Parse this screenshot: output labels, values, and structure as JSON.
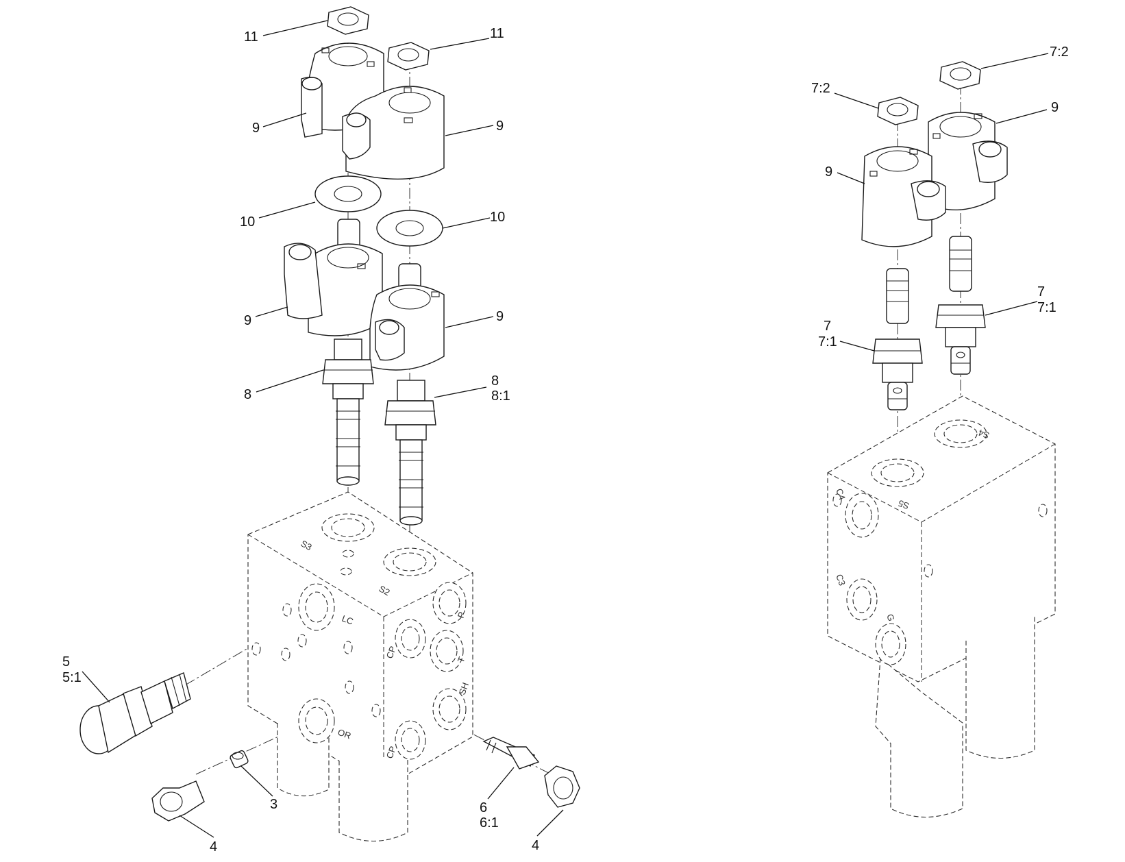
{
  "diagram": {
    "left_assembly": {
      "callouts": [
        {
          "id": "c-11a",
          "text": "11"
        },
        {
          "id": "c-11b",
          "text": "11"
        },
        {
          "id": "c-9a",
          "text": "9"
        },
        {
          "id": "c-9b",
          "text": "9"
        },
        {
          "id": "c-10a",
          "text": "10"
        },
        {
          "id": "c-10b",
          "text": "10"
        },
        {
          "id": "c-9c",
          "text": "9"
        },
        {
          "id": "c-9d",
          "text": "9"
        },
        {
          "id": "c-8a",
          "text": "8"
        },
        {
          "id": "c-8b",
          "lines": [
            "8",
            "8:1"
          ]
        },
        {
          "id": "c-5",
          "lines": [
            "5",
            "5:1"
          ]
        },
        {
          "id": "c-3",
          "text": "3"
        },
        {
          "id": "c-4a",
          "text": "4"
        },
        {
          "id": "c-6",
          "lines": [
            "6",
            "6:1"
          ]
        },
        {
          "id": "c-4b",
          "text": "4"
        }
      ],
      "port_marks": [
        "S3",
        "S2",
        "LC",
        "P",
        "CP",
        "T",
        "SH",
        "OR",
        "CP"
      ]
    },
    "right_assembly": {
      "callouts": [
        {
          "id": "c-72a",
          "text": "7:2"
        },
        {
          "id": "c-72b",
          "text": "7:2"
        },
        {
          "id": "c-9e",
          "text": "9"
        },
        {
          "id": "c-9f",
          "text": "9"
        },
        {
          "id": "c-7a",
          "lines": [
            "7",
            "7:1"
          ]
        },
        {
          "id": "c-7b",
          "lines": [
            "7",
            "7:1"
          ]
        }
      ],
      "port_marks": [
        "S4",
        "S5",
        "C4",
        "C3",
        "G"
      ]
    }
  }
}
